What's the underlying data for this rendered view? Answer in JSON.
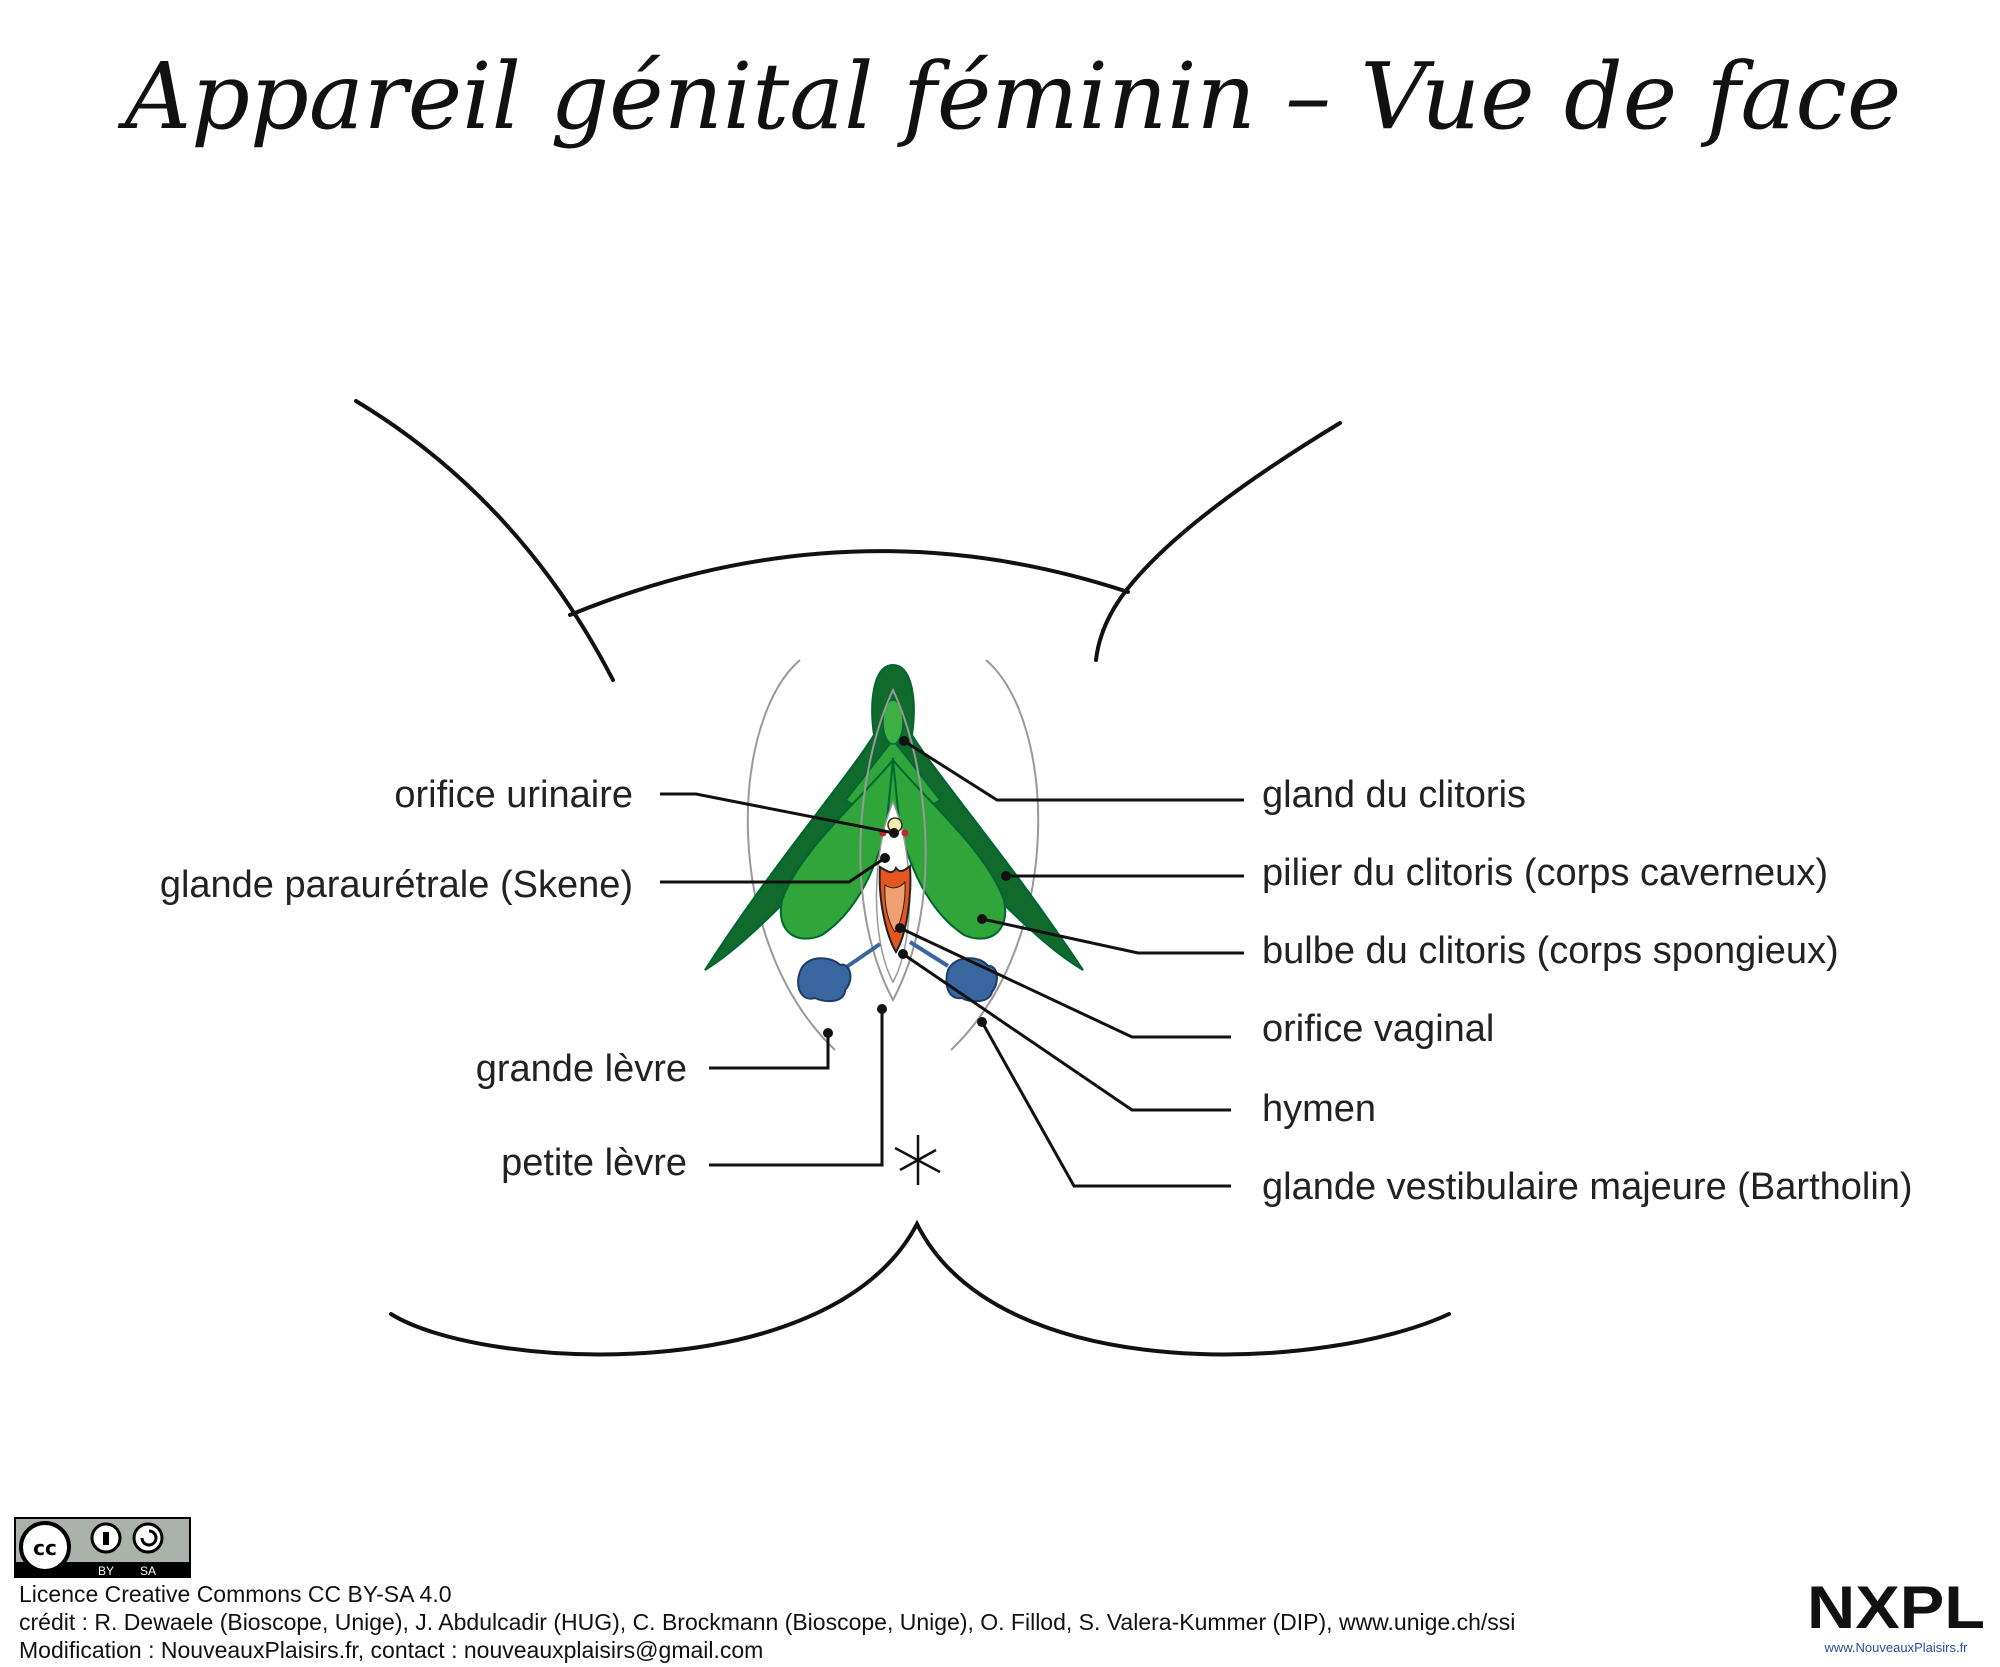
{
  "title": "Appareil génital féminin – Vue de face",
  "labels_left": [
    {
      "text": "orifice urinaire"
    },
    {
      "text": "glande paraurétrale (Skene)"
    },
    {
      "text": "grande lèvre"
    },
    {
      "text": "petite lèvre"
    }
  ],
  "labels_right": [
    {
      "text": "gland du clitoris"
    },
    {
      "text": "pilier du clitoris (corps caverneux)"
    },
    {
      "text": "bulbe du clitoris (corps spongieux)"
    },
    {
      "text": "orifice vaginal"
    },
    {
      "text": "hymen"
    },
    {
      "text": "glande vestibulaire majeure (Bartholin)"
    }
  ],
  "colors": {
    "clitoris_dark": "#0f6a2c",
    "clitoris_light": "#2fa53a",
    "vagina": "#e5561f",
    "hymen": "#f0a070",
    "bartholin": "#3a66a0",
    "urethra": "#f3f0b0",
    "skene": "#c0243a"
  },
  "footer": {
    "badge": {
      "cc": "cc",
      "by": "BY",
      "sa": "SA"
    },
    "license": "Licence Creative Commons CC BY-SA 4.0",
    "credit": "crédit : R. Dewaele (Bioscope, Unige), J. Abdulcadir (HUG), C. Brockmann (Bioscope, Unige), O. Fillod, S. Valera-Kummer (DIP), www.unige.ch/ssi",
    "modification": "Modification : NouveauxPlaisirs.fr, contact : nouveauxplaisirs@gmail.com",
    "logo": {
      "text": "NXPL",
      "url": "www.NouveauxPlaisirs.fr"
    }
  }
}
